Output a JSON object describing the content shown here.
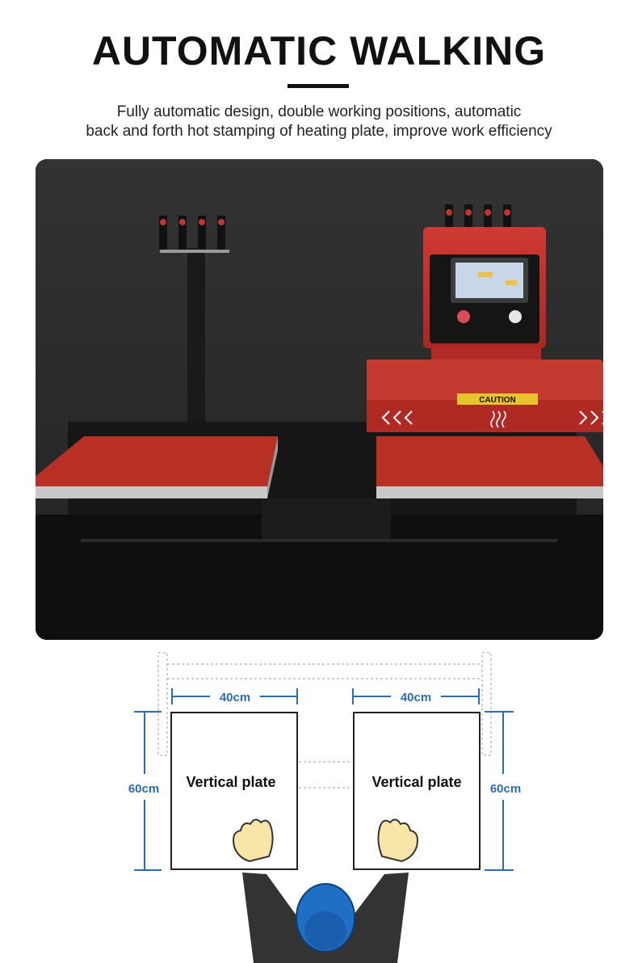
{
  "header": {
    "title": "AUTOMATIC WALKING",
    "subtitle_line1": "Fully automatic design, double working positions, automatic",
    "subtitle_line2": "back and forth hot stamping of heating plate, improve work efficiency"
  },
  "machine_photo": {
    "caution_label": "CAUTION",
    "accent_color": "#c0342c",
    "background_color": "#2b2b2b"
  },
  "layout_diagram": {
    "left_plate": {
      "label": "Vertical plate",
      "width_label": "40cm",
      "height_label": "60cm"
    },
    "right_plate": {
      "label": "Vertical plate",
      "width_label": "40cm",
      "height_label": "60cm"
    },
    "dimension_color": "#2b6db5",
    "operator_icon": "operator-figure"
  }
}
